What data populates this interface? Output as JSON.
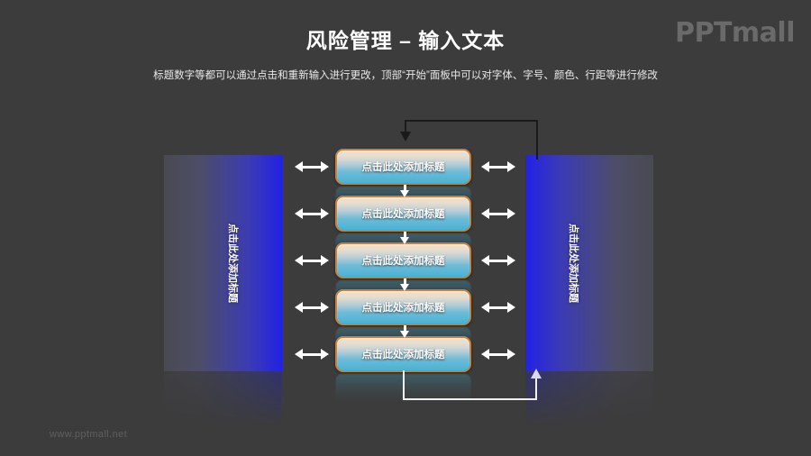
{
  "slide": {
    "background_color": "#3c3c3c",
    "title": "风险管理 – 输入文本",
    "subtitle": "标题数字等都可以通过点击和重新输入进行更改，顶部“开始”面板中可以对字体、字号、颜色、行距等进行修改",
    "brand_logo": "PPTmall",
    "watermark": "www.pptmall.net"
  },
  "panels": {
    "left": {
      "label": "点击此处添加标题",
      "gradient_from": "#4a4a52",
      "gradient_to": "#2222e6"
    },
    "right": {
      "label": "点击此处添加标题",
      "gradient_from": "#4a4a52",
      "gradient_to": "#2222e6"
    }
  },
  "flow": {
    "box_border_color": "#c8813c",
    "box_fill_top": "#ece2d2",
    "box_fill_bottom": "#49b2d4",
    "boxes": [
      {
        "label": "点击此处添加标题"
      },
      {
        "label": "点击此处添加标题"
      },
      {
        "label": "点击此处添加标题"
      },
      {
        "label": "点击此处添加标题"
      },
      {
        "label": "点击此处添加标题"
      }
    ]
  },
  "connectors": {
    "down_arrows": 4,
    "left_double_arrows": 5,
    "right_double_arrows": 5,
    "feedback_top_color": "#1a1a1a",
    "feedback_bottom_color": "#f0f0f0"
  }
}
